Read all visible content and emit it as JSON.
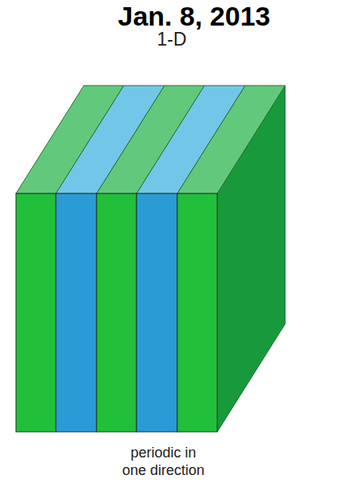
{
  "diagram": {
    "title": "1-D",
    "caption": "periodic in one direction",
    "labels": [
      "Jan. 8, 2013"
    ]
  }
}
